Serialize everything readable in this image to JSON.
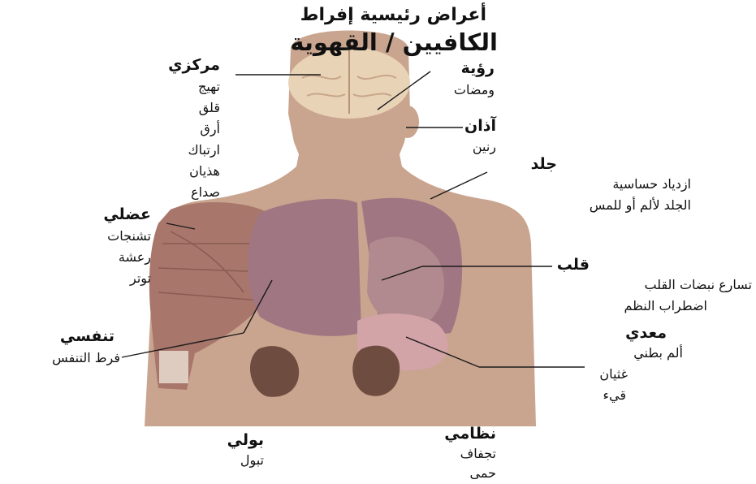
{
  "title": {
    "line1": "أعراض رئيسية إفراط",
    "line2": "الكافيين / القهوية"
  },
  "groups": {
    "central": {
      "heading": "مركزي",
      "symptoms": [
        "تهيج",
        "قلق",
        "أرق",
        "ارتباك",
        "هذيان",
        "صداع"
      ]
    },
    "vision": {
      "heading": "رؤية",
      "symptoms": [
        "ومضات"
      ]
    },
    "ears": {
      "heading": "آذان",
      "symptoms": [
        "رنين"
      ]
    },
    "skin": {
      "heading": "جلد",
      "symptoms": [
        "ازدياد حساسية",
        "الجلد لألم أو للمس"
      ]
    },
    "muscular": {
      "heading": "عضلي",
      "symptoms": [
        "تشنجات",
        "رعشة",
        "توتر"
      ]
    },
    "heart": {
      "heading": "قلب",
      "symptoms": [
        "تسارع نبضات القلب",
        "اضطراب النظم"
      ]
    },
    "respiratory": {
      "heading": "تنفسي",
      "symptoms": [
        "فرط التنفس"
      ]
    },
    "gastric": {
      "heading": "معدي",
      "symptoms": [
        "ألم بطني",
        "غثيان",
        "قيء"
      ]
    },
    "urinary": {
      "heading": "بولي",
      "symptoms": [
        "تبول"
      ]
    },
    "systemic": {
      "heading": "نظامي",
      "symptoms": [
        "تجفاف",
        "حمى"
      ]
    }
  },
  "colors": {
    "skin": "#c9a48e",
    "brain": "#e9d3b7",
    "muscle": "#a8766b",
    "lung": "#a07682",
    "heart": "#b08a8e",
    "stomach": "#d2a3a7",
    "kidney": "#6f4c40",
    "leader": "#1a1a1a"
  }
}
